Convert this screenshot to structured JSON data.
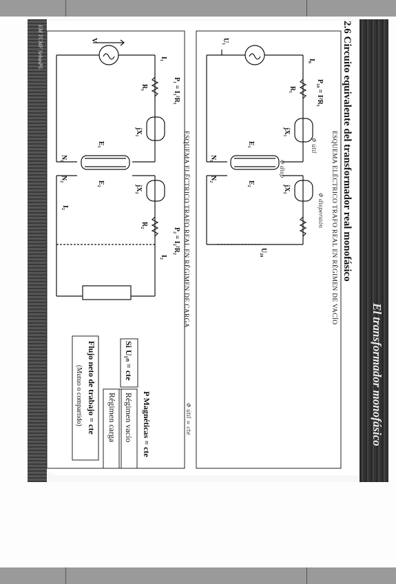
{
  "header": {
    "slide_title": "El transformador monofásico",
    "section_title": "2.6 Circuito equivalente del transformador real monofásico",
    "footer": "EM TCMF SebasPL"
  },
  "circuit_vacio": {
    "label": "ESQUEMA ELÉCTRICO TRAFO REAL EN RÉGIMEN DE VACÍO",
    "source": "U₁",
    "current": "I₀",
    "resistance": "R₁",
    "drop": "P₁₀ = I²R₁",
    "reactance1": "jX₁",
    "reactance2": "jX₂",
    "emf1": "E₁",
    "emf2": "E₂",
    "n1": "N₁",
    "n2": "N₂",
    "output": "U₂₀",
    "note1": "Φ dispersión",
    "note2": "Φ disp",
    "note3": "Φ útil"
  },
  "circuit_carga": {
    "label": "ESQUEMA ELÉCTRICO TRAFO REAL EN RÉGIMEN DE CARGA",
    "source": "V",
    "current1": "I₁",
    "resistance1": "R₁",
    "drop1": "P₁ = I₁²R₁",
    "reactance1": "jX₁",
    "emf1": "E₁",
    "emf2": "E₂",
    "n1": "N₁",
    "n2": "N₂",
    "reactance2": "jX₂",
    "resistance2": "R₂",
    "drop2": "P₂ = I₂²R₂",
    "current2": "I₂",
    "load_current": "I₂"
  },
  "side_notes": {
    "condition": "Si U₁ₙ = cte",
    "p_magneticas": "P Magnéticas = cte",
    "regimen_vacio": "Régimen vacío",
    "regimen_carga": "Régimen carga",
    "flujo": "Flujo neto de trabajo = cte",
    "flujo_sub": "(Mutuo o compartido)",
    "phi_cte": "Φ útil = cte"
  }
}
